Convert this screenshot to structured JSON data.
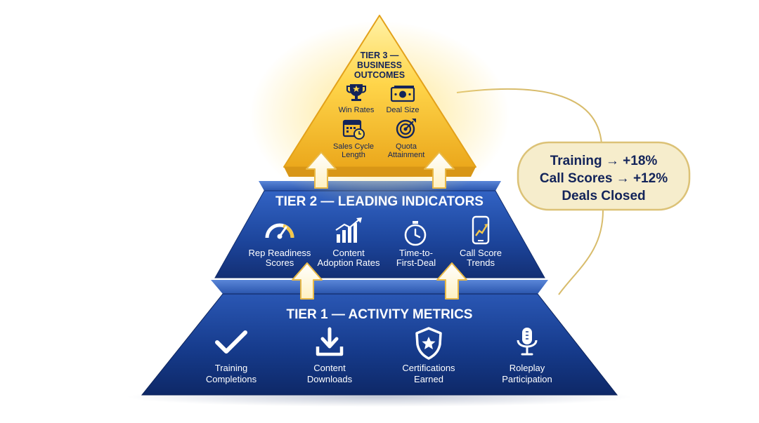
{
  "tiers": {
    "tier3": {
      "title_lines": [
        "TIER 3 —",
        "BUSINESS",
        "OUTCOMES"
      ],
      "items": [
        {
          "icon": "trophy-icon",
          "lines": [
            "Win Rates"
          ]
        },
        {
          "icon": "money-icon",
          "lines": [
            "Deal Size"
          ]
        },
        {
          "icon": "calendar-clock-icon",
          "lines": [
            "Sales Cycle",
            "Length"
          ]
        },
        {
          "icon": "target-icon",
          "lines": [
            "Quota",
            "Attainment"
          ]
        }
      ]
    },
    "tier2": {
      "title": "TIER 2 — LEADING INDICATORS",
      "items": [
        {
          "icon": "gauge-icon",
          "lines": [
            "Rep Readiness",
            "Scores"
          ]
        },
        {
          "icon": "bar-chart-trend-icon",
          "lines": [
            "Content",
            "Adoption Rates"
          ]
        },
        {
          "icon": "stopwatch-icon",
          "lines": [
            "Time-to-",
            "First-Deal"
          ]
        },
        {
          "icon": "phone-chart-icon",
          "lines": [
            "Call Score",
            "Trends"
          ]
        }
      ]
    },
    "tier1": {
      "title": "TIER 1 — ACTIVITY METRICS",
      "items": [
        {
          "icon": "checkmark-icon",
          "lines": [
            "Training",
            "Completions"
          ]
        },
        {
          "icon": "download-icon",
          "lines": [
            "Content",
            "Downloads"
          ]
        },
        {
          "icon": "shield-star-icon",
          "lines": [
            "Certifications",
            "Earned"
          ]
        },
        {
          "icon": "microphone-icon",
          "lines": [
            "Roleplay",
            "Participation"
          ]
        }
      ]
    }
  },
  "callout": {
    "lines": [
      "Training → +18%",
      "Call Scores → +12%",
      "Deals Closed"
    ]
  },
  "colors": {
    "navy_dark": "#0f2a6e",
    "navy_light": "#2f5fc0",
    "gold_light": "#ffe680",
    "gold_dark": "#e7aa1b",
    "text_navy": "#13245a",
    "callout_fill": "#f6edcc",
    "callout_border": "#dcc277"
  }
}
